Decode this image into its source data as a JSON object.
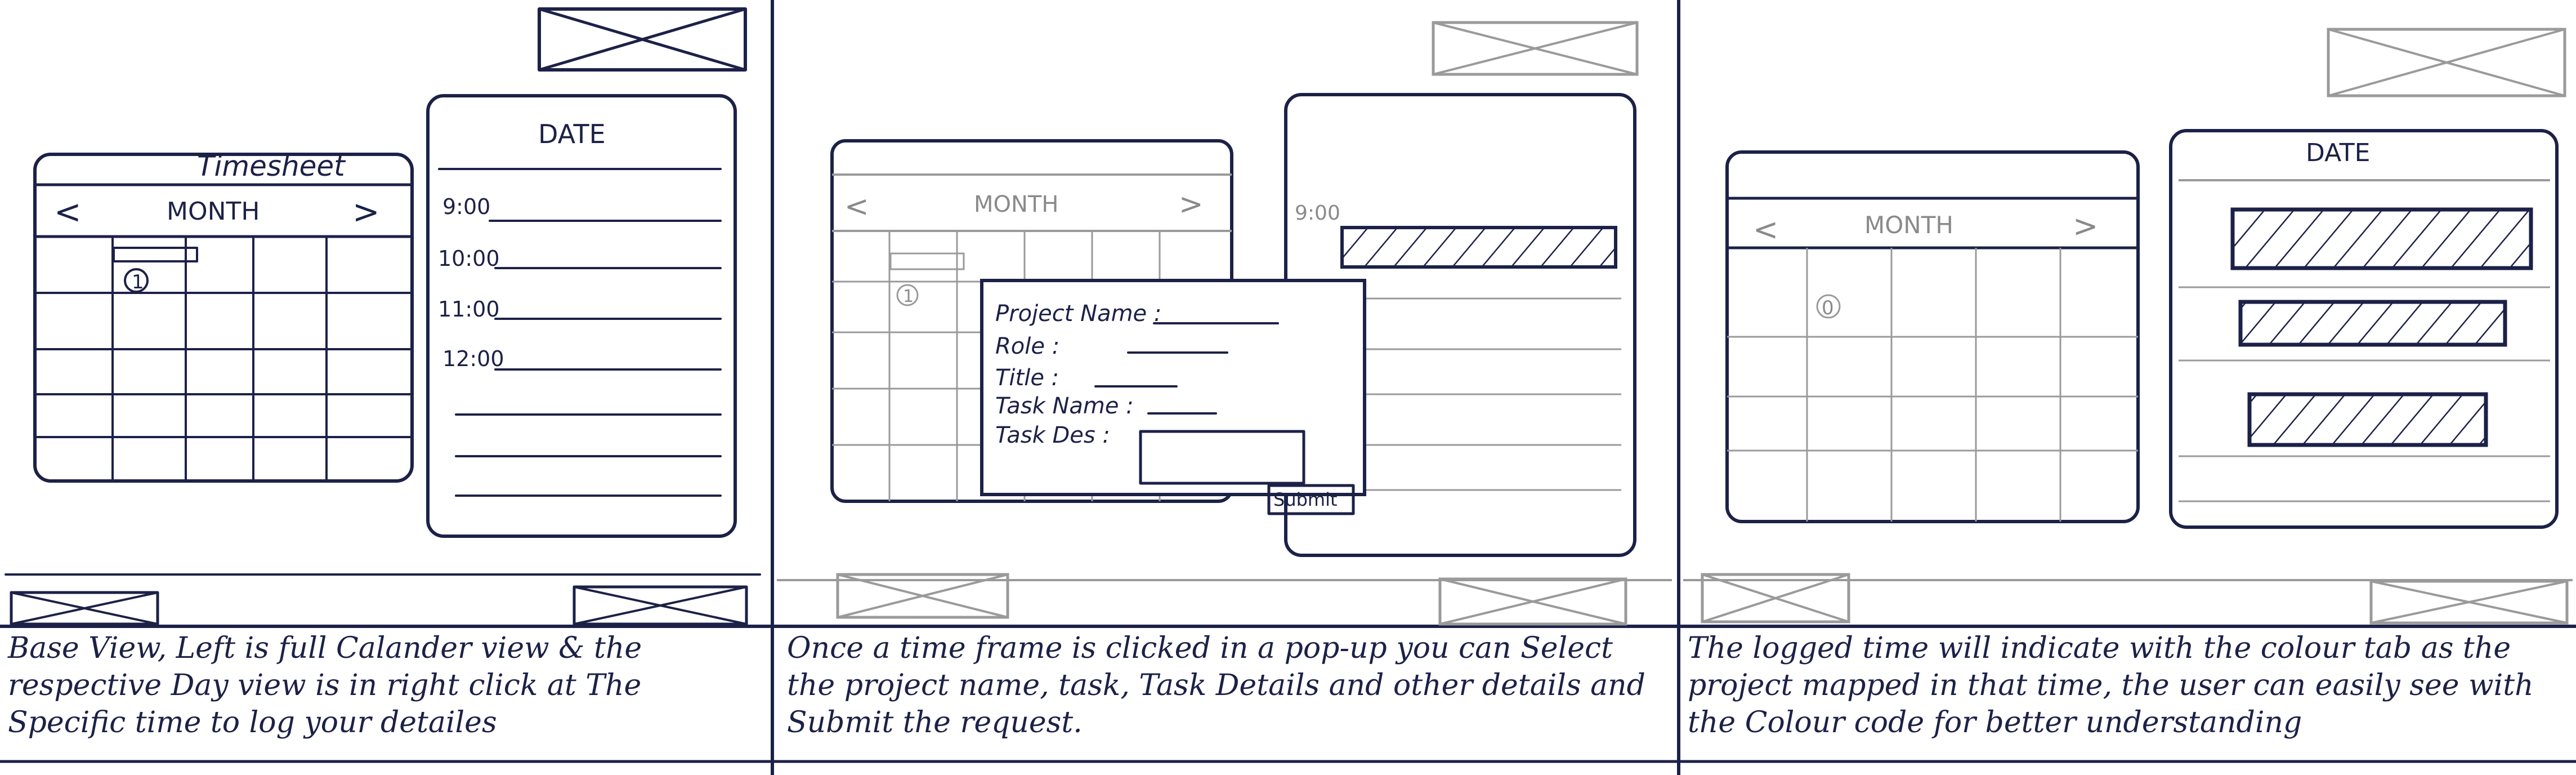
{
  "panel1": {
    "calendar": {
      "title": "Timesheet",
      "prev_label": "<",
      "month_label": "MONTH",
      "next_label": ">",
      "event_mark": "1"
    },
    "day_view": {
      "header": "DATE",
      "times": [
        "9:00",
        "10:00",
        "11:00",
        "12:00"
      ]
    },
    "caption": "Base View, Left is full Calander view & the respective Day view is in right click at The Specific time to log your detailes"
  },
  "panel2": {
    "calendar": {
      "prev_label": "<",
      "month_label": "MONTH",
      "next_label": ">",
      "event_mark": "1"
    },
    "day_view": {
      "first_time": "9:00"
    },
    "popup": {
      "fields": [
        "Project Name :",
        "Role :",
        "Title :",
        "Task Name :",
        "Task Des :"
      ],
      "submit_label": "Submit"
    },
    "caption": "Once a time frame is clicked in a pop-up you can Select the project name, task, Task Details and other details and Submit the request."
  },
  "panel3": {
    "calendar": {
      "prev_label": "<",
      "month_label": "MONTH",
      "next_label": ">",
      "event_mark": "0"
    },
    "day_view": {
      "header": "DATE"
    },
    "caption": "The logged time will indicate with the colour tab as the project mapped in that time, the user can easily see with the Colour code for better understanding"
  }
}
